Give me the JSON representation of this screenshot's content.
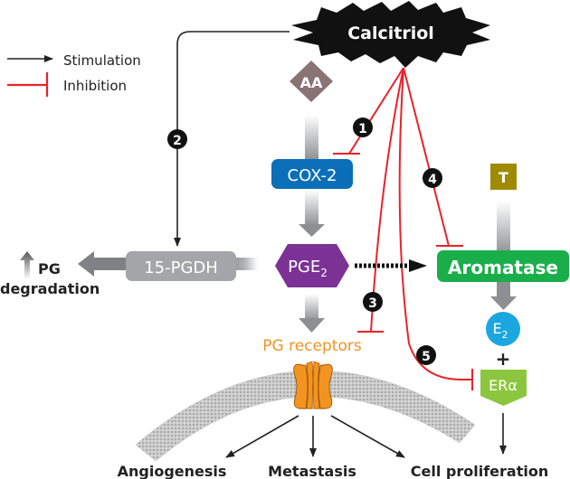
{
  "legend": {
    "stimulation": "Stimulation",
    "inhibition": "Inhibition"
  },
  "nodes": {
    "calcitriol": "Calcitriol",
    "aa": "AA",
    "cox2": "COX-2",
    "pge2_main": "PGE",
    "pge2_sub": "2",
    "pgdh": "15-PGDH",
    "pg_receptors": "PG receptors",
    "t": "T",
    "aromatase": "Aromatase",
    "e2_main": "E",
    "e2_sub": "2",
    "plus": "+",
    "era": "ERα"
  },
  "outcomes": {
    "pg_degradation_line1": "PG",
    "pg_degradation_line2": "degradation",
    "angiogenesis": "Angiogenesis",
    "metastasis": "Metastasis",
    "cell_proliferation": "Cell proliferation"
  },
  "markers": [
    "1",
    "2",
    "3",
    "4",
    "5"
  ],
  "colors": {
    "calcitriol": "#111111",
    "aa": "#8a7375",
    "cox2": "#0a6fb8",
    "pge2": "#7b3294",
    "pgdh": "#a3a5a8",
    "pg_receptors": "#f39321",
    "t": "#a08a00",
    "aromatase": "#1aae4b",
    "e2": "#1aa7e0",
    "era": "#8cc63f",
    "inhibition": "#e8232a",
    "stimulation": "#222222"
  }
}
